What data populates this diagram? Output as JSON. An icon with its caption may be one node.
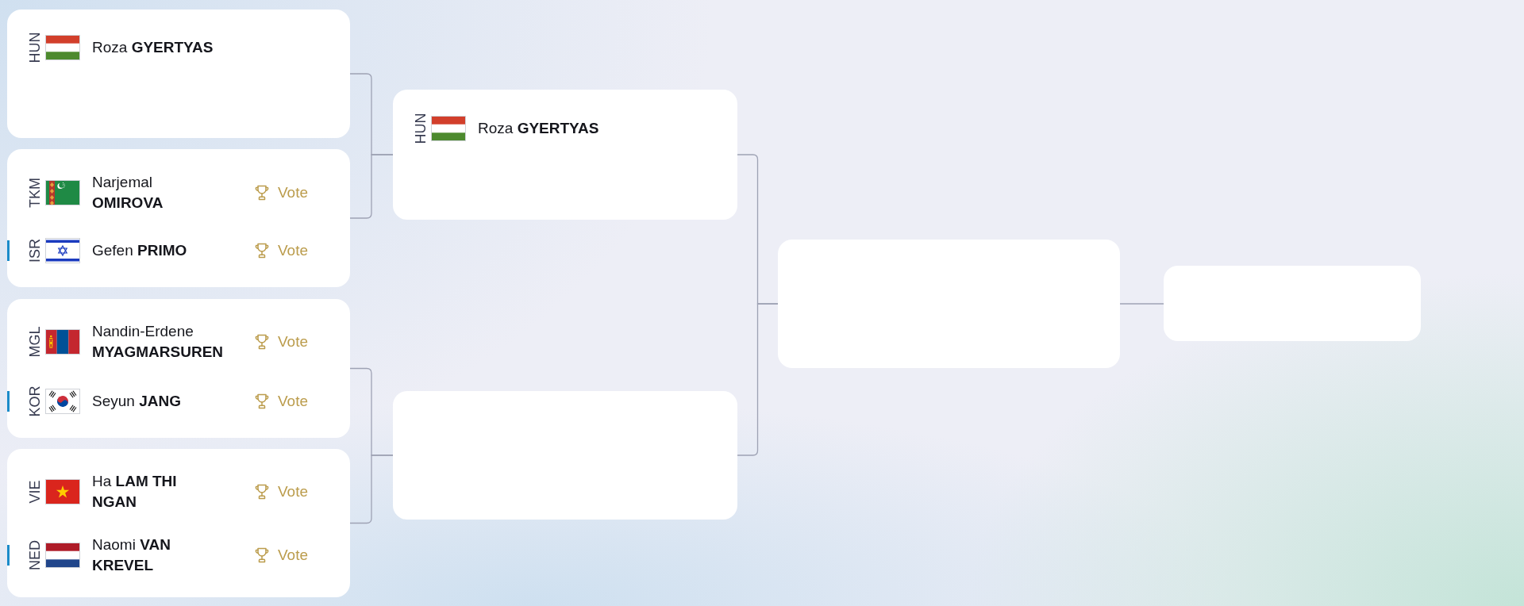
{
  "diagram": {
    "nodes": [
      {
        "text": [
          "HUN",
          "Roza **GYERTYAS**"
        ]
      },
      {
        "text": [
          "TKM",
          "Narjemal **OMIROVA**",
          "Vote",
          "ISR",
          "Gefen **PRIMO**",
          "Vote"
        ]
      },
      {
        "text": [
          "MGL",
          "Nandin-Erdene **MYAGMARSUREN**",
          "Vote",
          "KOR",
          "Seyun **JANG**",
          "Vote"
        ]
      },
      {
        "text": [
          "VIE",
          "Ha **LAM THI NGAN**",
          "Vote",
          "NED",
          "Naomi **VAN KREVEL**",
          "Vote"
        ]
      },
      {
        "text": [
          "HUN",
          "Roza **GYERTYAS**"
        ]
      },
      {
        "text": [],
        "shape": "box"
      },
      {
        "text": [],
        "shape": "box"
      },
      {
        "text": [],
        "shape": "box"
      }
    ],
    "edges": [
      {
        "from": 0,
        "to": 4,
        "arrow": "none"
      },
      {
        "from": 1,
        "to": 4,
        "arrow": "none"
      },
      {
        "from": 2,
        "to": 5,
        "arrow": "none"
      },
      {
        "from": 3,
        "to": 5,
        "arrow": "none"
      },
      {
        "from": 4,
        "to": 6,
        "arrow": "none"
      },
      {
        "from": 5,
        "to": 6,
        "arrow": "none"
      },
      {
        "from": 6,
        "to": 7,
        "arrow": "none"
      }
    ]
  }
}
